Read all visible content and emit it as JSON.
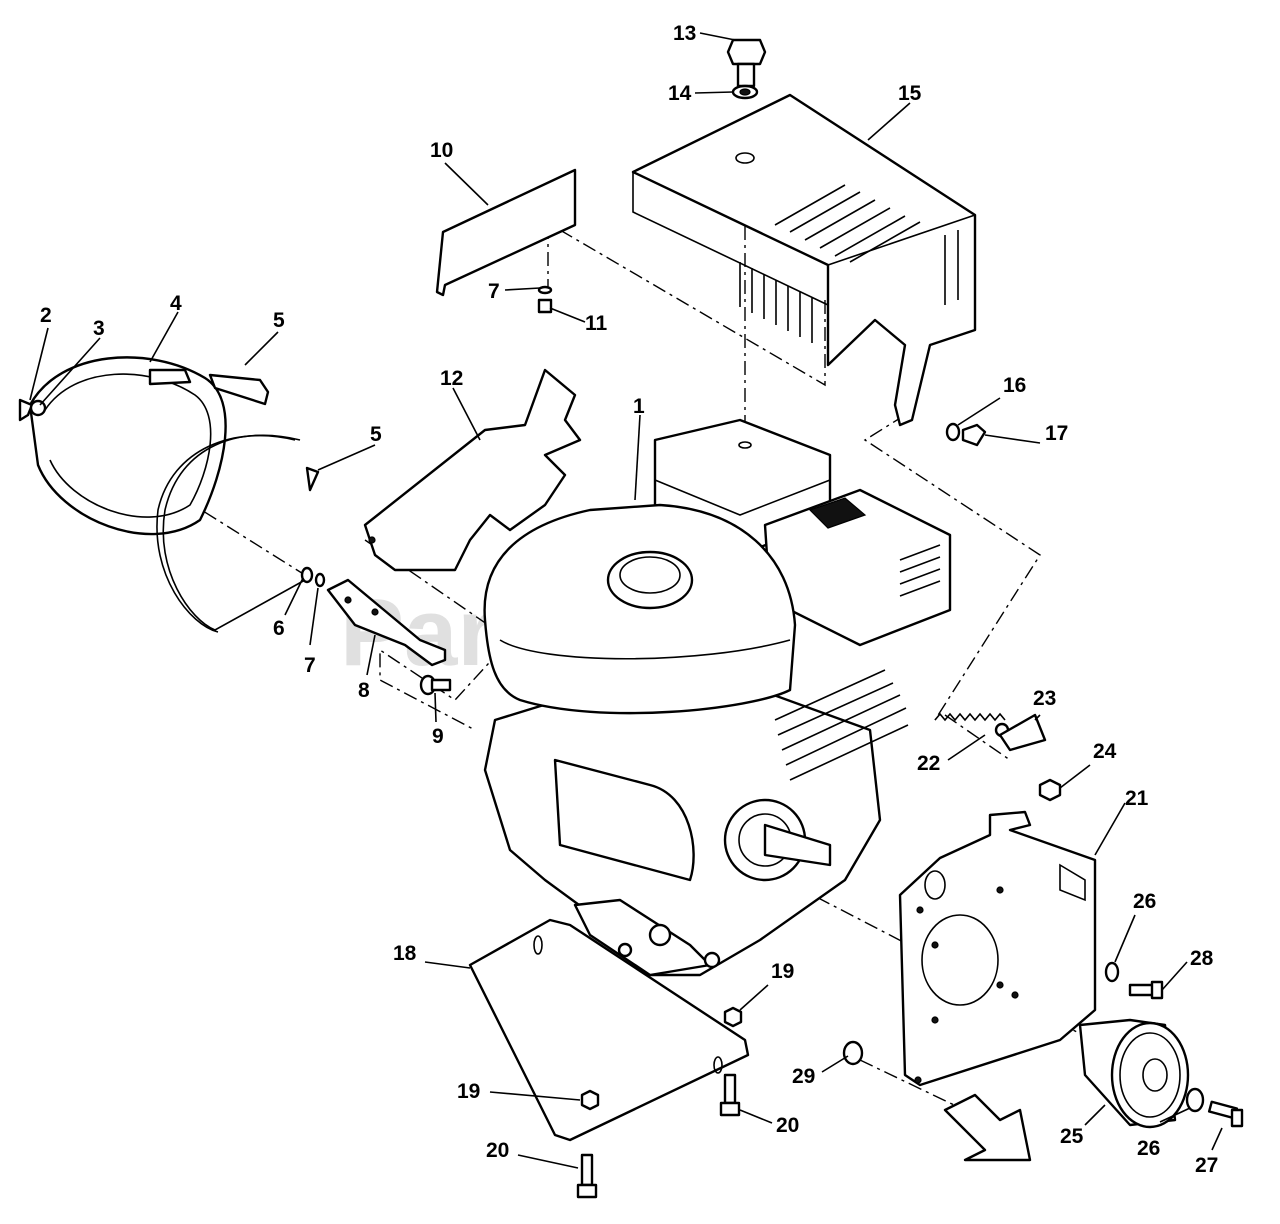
{
  "watermark": "PartsTree",
  "callouts": {
    "c1": "1",
    "c2": "2",
    "c3": "3",
    "c4": "4",
    "c5a": "5",
    "c5b": "5",
    "c6": "6",
    "c7a": "7",
    "c7b": "7",
    "c8": "8",
    "c9": "9",
    "c10": "10",
    "c11": "11",
    "c12": "12",
    "c13": "13",
    "c14": "14",
    "c15": "15",
    "c16": "16",
    "c17": "17",
    "c18": "18",
    "c19a": "19",
    "c19b": "19",
    "c20a": "20",
    "c20b": "20",
    "c21": "21",
    "c22": "22",
    "c23": "23",
    "c24": "24",
    "c25": "25",
    "c26a": "26",
    "c26b": "26",
    "c27": "27",
    "c28": "28",
    "c29": "29"
  }
}
